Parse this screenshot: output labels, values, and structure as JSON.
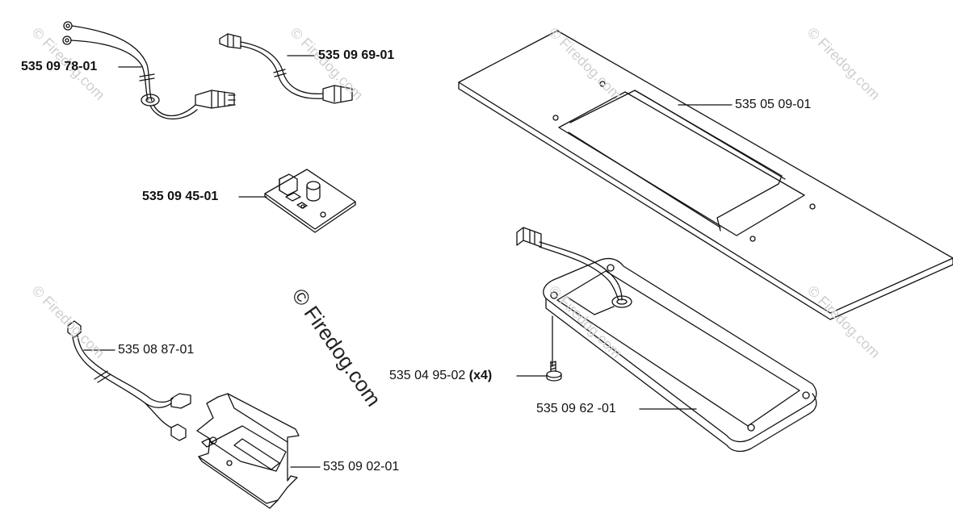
{
  "watermark": {
    "main": "© Firedog.com",
    "faint": "© Firedog.com"
  },
  "parts": {
    "harness_top_left": "535 09 78-01",
    "harness_top_mid": "535 09 69-01",
    "circuit_board": "535 09 45-01",
    "cover_plate": "535 05 09-01",
    "sensor_cable": "535 08 87-01",
    "screw": "535 04 95-02",
    "screw_qty": "(x4)",
    "heater_pad": "535 09 62 -01",
    "bracket_switch": "535 09 02-01"
  }
}
